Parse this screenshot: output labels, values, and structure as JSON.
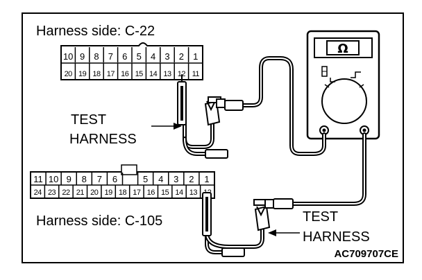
{
  "connector_top": {
    "title": "Harness side: C-22",
    "top_row": [
      "10",
      "9",
      "8",
      "7",
      "6",
      "5",
      "4",
      "3",
      "2",
      "1"
    ],
    "bottom_row": [
      "20",
      "19",
      "18",
      "17",
      "16",
      "15",
      "14",
      "13",
      "12",
      "11"
    ]
  },
  "connector_bottom": {
    "title": "Harness side: C-105",
    "top_row": [
      "11",
      "10",
      "9",
      "8",
      "7",
      "6",
      "",
      "5",
      "4",
      "3",
      "2",
      "1"
    ],
    "bottom_row": [
      "24",
      "23",
      "22",
      "21",
      "20",
      "19",
      "18",
      "17",
      "16",
      "15",
      "14",
      "13",
      "12"
    ]
  },
  "meter": {
    "symbol": "Ω"
  },
  "labels": {
    "test_harness_top_1": "TEST",
    "test_harness_top_2": "HARNESS",
    "test_harness_bottom_1": "TEST",
    "test_harness_bottom_2": "HARNESS",
    "figure_code": "AC709707CE"
  }
}
